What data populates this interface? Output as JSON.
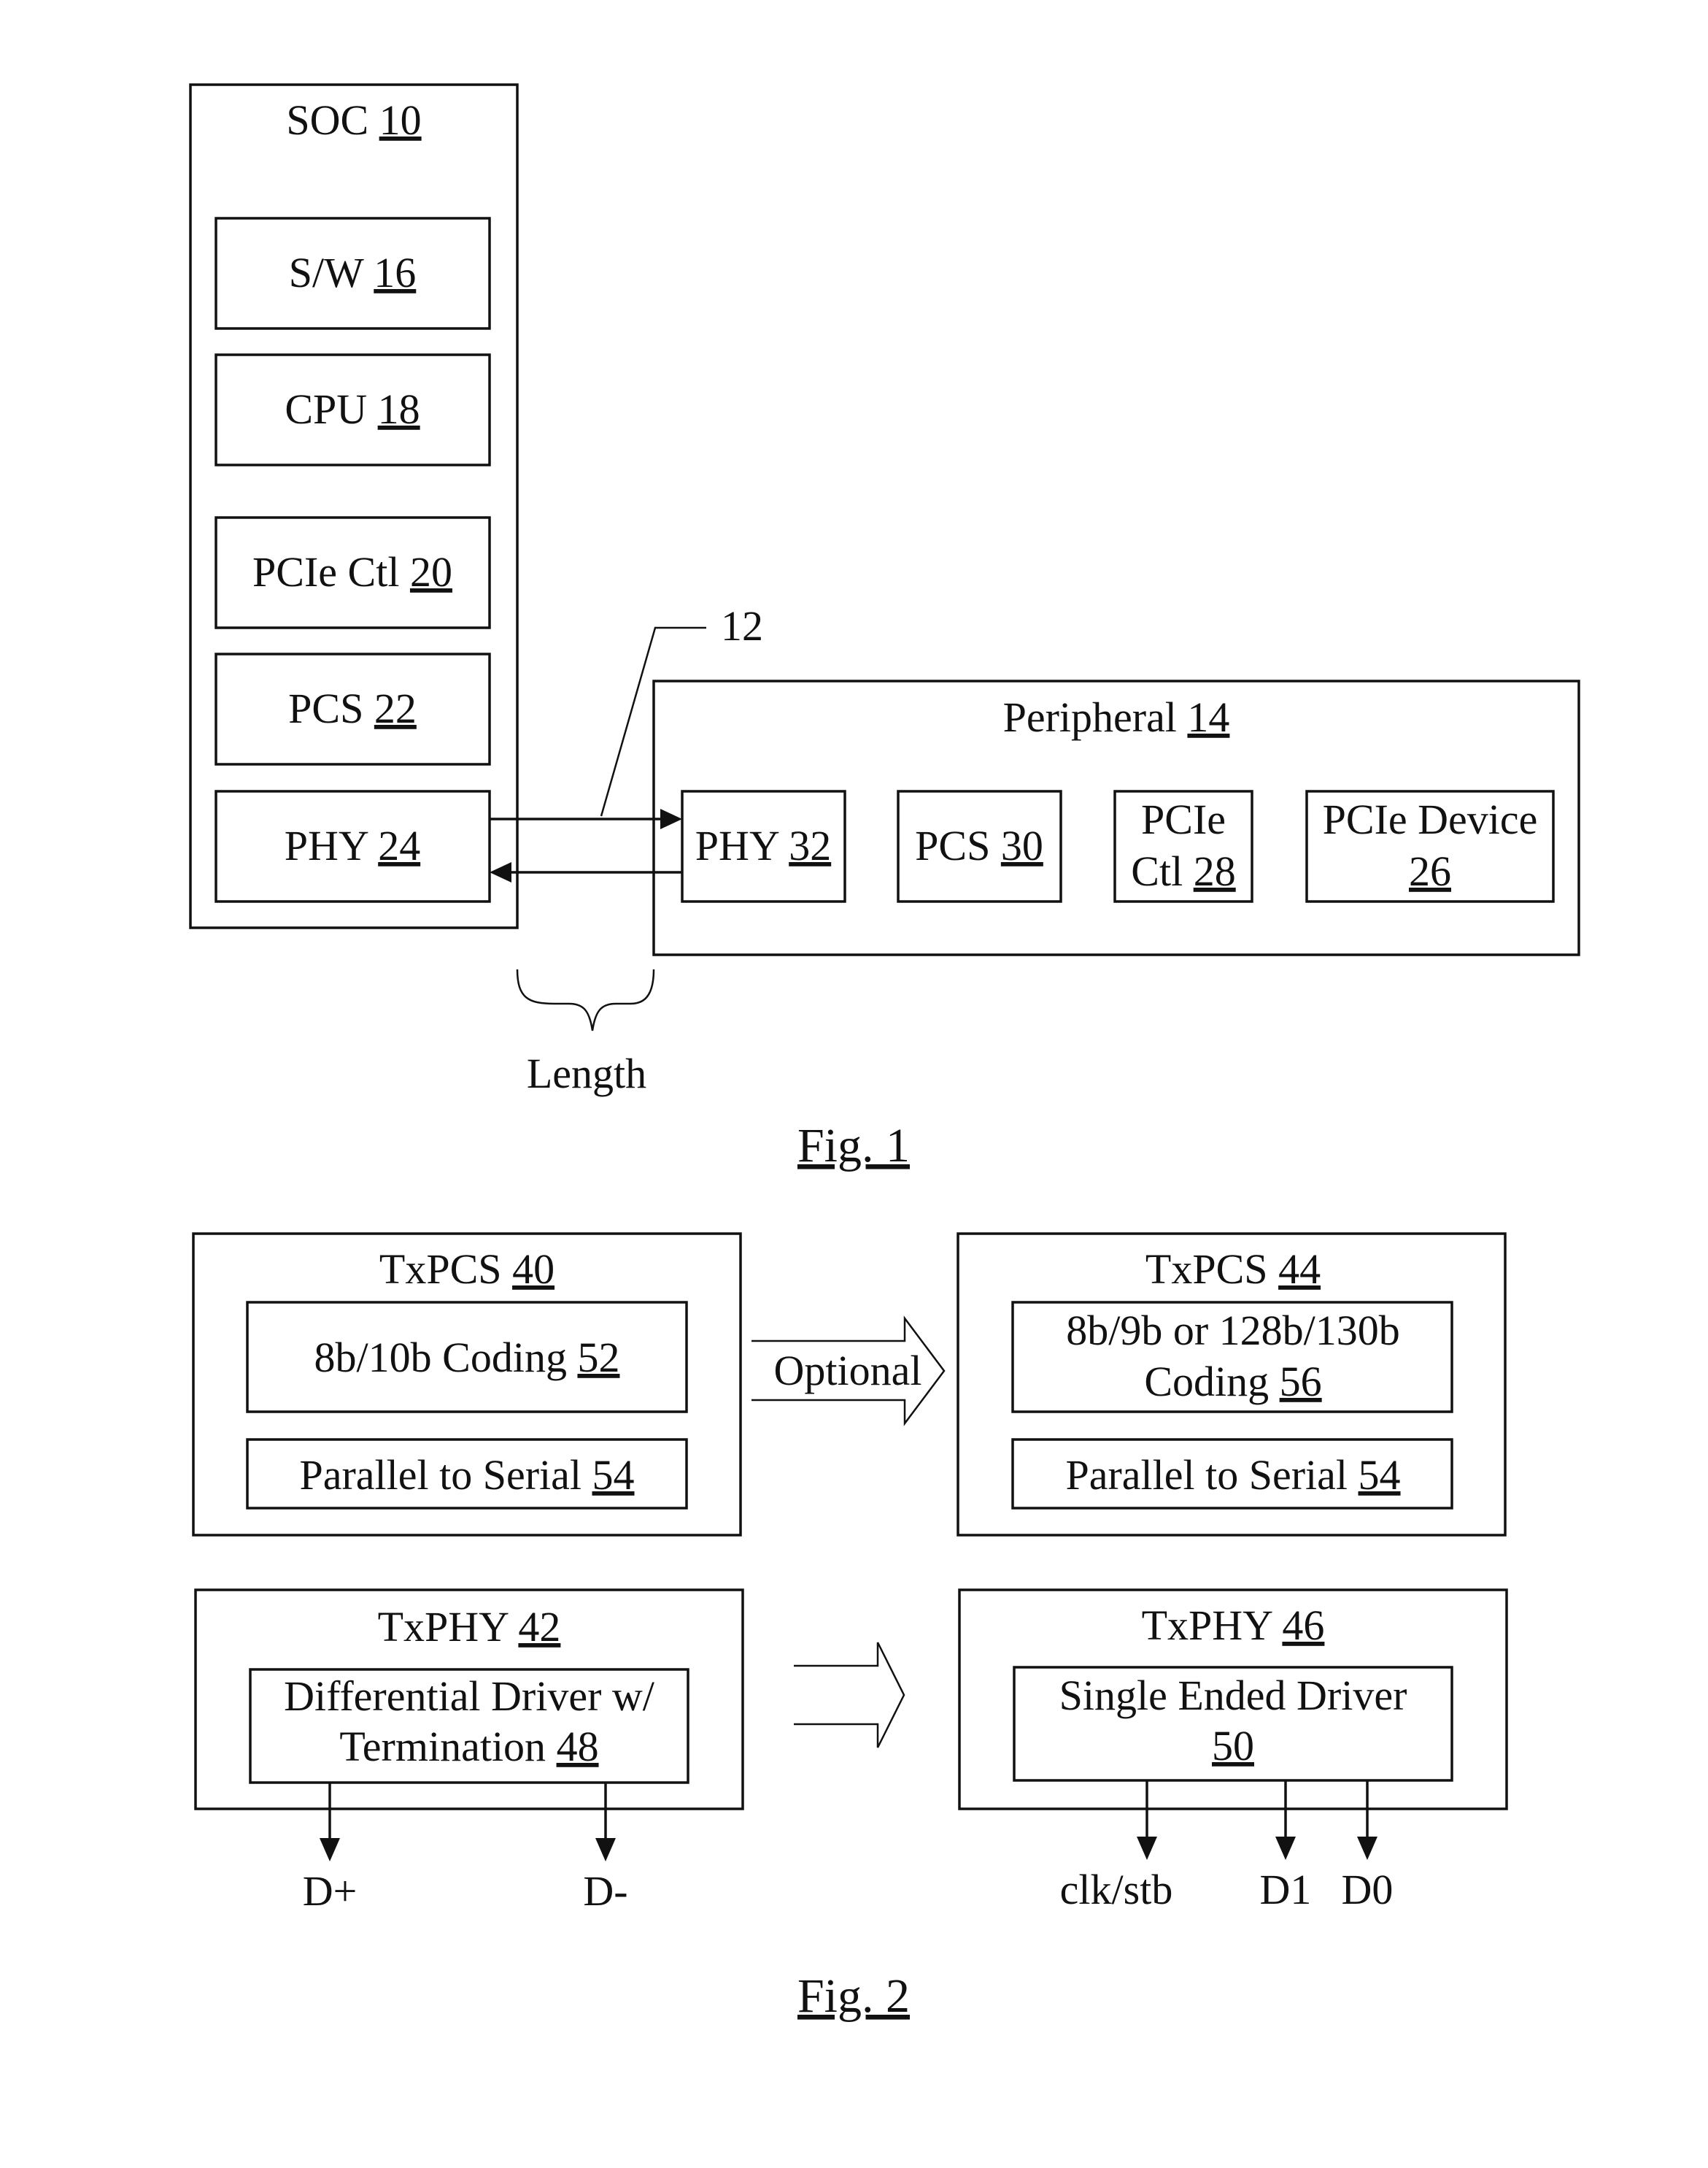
{
  "figure1": {
    "soc": {
      "name": "SOC",
      "ref": "10"
    },
    "sw": {
      "name": "S/W",
      "ref": "16"
    },
    "cpu": {
      "name": "CPU",
      "ref": "18"
    },
    "pcie_ctl_20": {
      "name": "PCIe Ctl",
      "ref": "20"
    },
    "pcs_22": {
      "name": "PCS",
      "ref": "22"
    },
    "phy_24": {
      "name": "PHY",
      "ref": "24"
    },
    "link_ref": "12",
    "peripheral": {
      "name": "Peripheral",
      "ref": "14"
    },
    "phy_32": {
      "name": "PHY",
      "ref": "32"
    },
    "pcs_30": {
      "name": "PCS",
      "ref": "30"
    },
    "pcie_ctl_28": {
      "line1": "PCIe",
      "line2": "Ctl",
      "ref": "28"
    },
    "pcie_device_26": {
      "line1": "PCIe Device",
      "ref": "26"
    },
    "length_label": "Length",
    "caption": "Fig. 1"
  },
  "figure2": {
    "txpcs_40": {
      "name": "TxPCS",
      "ref": "40"
    },
    "coding_52": {
      "name": "8b/10b Coding",
      "ref": "52"
    },
    "p2s_54_left": {
      "name": "Parallel to Serial",
      "ref": "54"
    },
    "optional_label": "Optional",
    "txpcs_44": {
      "name": "TxPCS",
      "ref": "44"
    },
    "coding_56": {
      "line1": "8b/9b or 128b/130b",
      "line2": "Coding",
      "ref": "56"
    },
    "p2s_54_right": {
      "name": "Parallel to Serial",
      "ref": "54"
    },
    "txphy_42": {
      "name": "TxPHY",
      "ref": "42"
    },
    "diff_driver_48": {
      "line1": "Differential Driver w/",
      "line2": "Termination",
      "ref": "48"
    },
    "txphy_46": {
      "name": "TxPHY",
      "ref": "46"
    },
    "se_driver_50": {
      "line1": "Single Ended Driver",
      "ref": "50"
    },
    "outputs_left": [
      "D+",
      "D-"
    ],
    "outputs_right": [
      "clk/stb",
      "D1",
      "D0"
    ],
    "caption": "Fig. 2"
  }
}
